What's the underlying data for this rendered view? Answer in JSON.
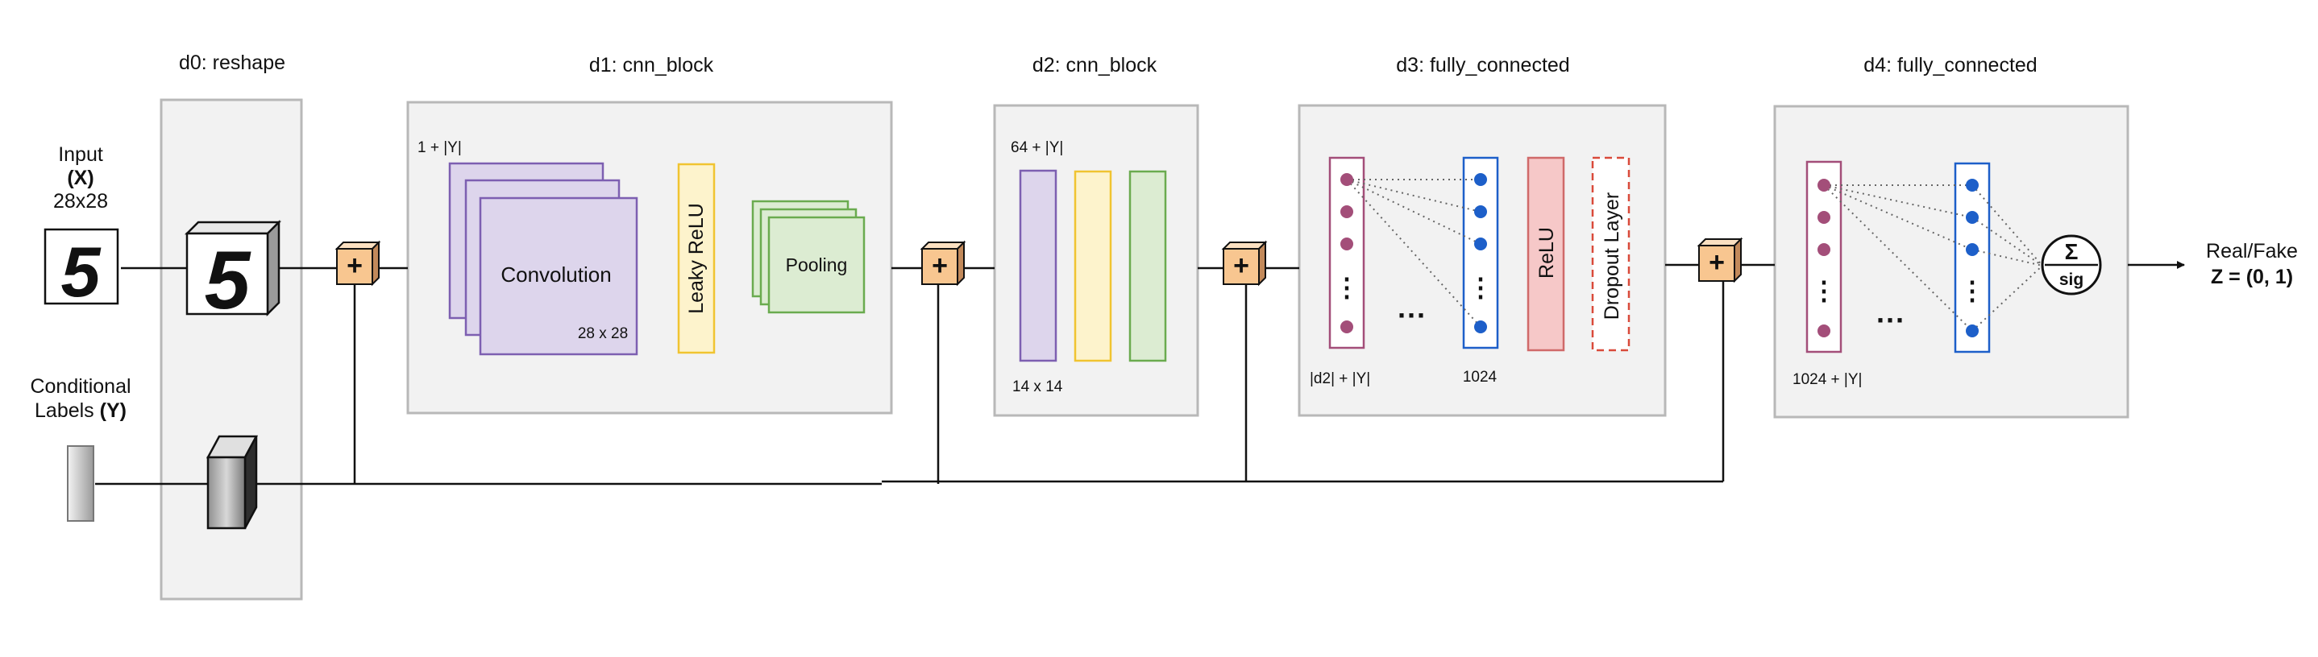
{
  "input": {
    "title": "Input",
    "symbol": "(X)",
    "size": "28x28",
    "digit": "5"
  },
  "labels": {
    "line1": "Conditional",
    "line2_prefix": "Labels ",
    "symbol": "(Y)"
  },
  "d0": {
    "title": "d0: reshape",
    "digit": "5"
  },
  "d1": {
    "title": "d1: cnn_block",
    "dim": "1 + |Y|",
    "conv": "Convolution",
    "conv_size": "28 x 28",
    "relu": "Leaky ReLU",
    "pool": "Pooling"
  },
  "d2": {
    "title": "d2: cnn_block",
    "dim": "64 + |Y|",
    "size": "14 x 14"
  },
  "d3": {
    "title": "d3: fully_connected",
    "in_dim": "|d2| + |Y|",
    "out_dim": "1024",
    "relu": "ReLU",
    "dropout": "Dropout Layer"
  },
  "d4": {
    "title": "d4: fully_connected",
    "in_dim": "1024 + |Y|",
    "sigma": "Σ",
    "sig": "sig"
  },
  "output": {
    "line1": "Real/Fake",
    "line2": "Z = (0, 1)"
  },
  "glyphs": {
    "plus": "+",
    "ellipsis": "···",
    "vdots": "⋮"
  },
  "colors": {
    "panel": "#f2f2f2",
    "panel_border": "#b8b8b8",
    "conv_fill": "#ddd5ec",
    "conv_stroke": "#7d5fb1",
    "relu_fill": "#fdf3cc",
    "relu_stroke": "#f0c431",
    "pool_fill": "#dcecd2",
    "pool_stroke": "#6aab4f",
    "neuron_pink": "#a34e79",
    "neuron_blue": "#1d5fc9",
    "relu_red_fill": "#f6c8c8",
    "relu_red_stroke": "#d06a6a",
    "dropout_stroke": "#d94a3a",
    "concat_fill": "#f8c690"
  }
}
